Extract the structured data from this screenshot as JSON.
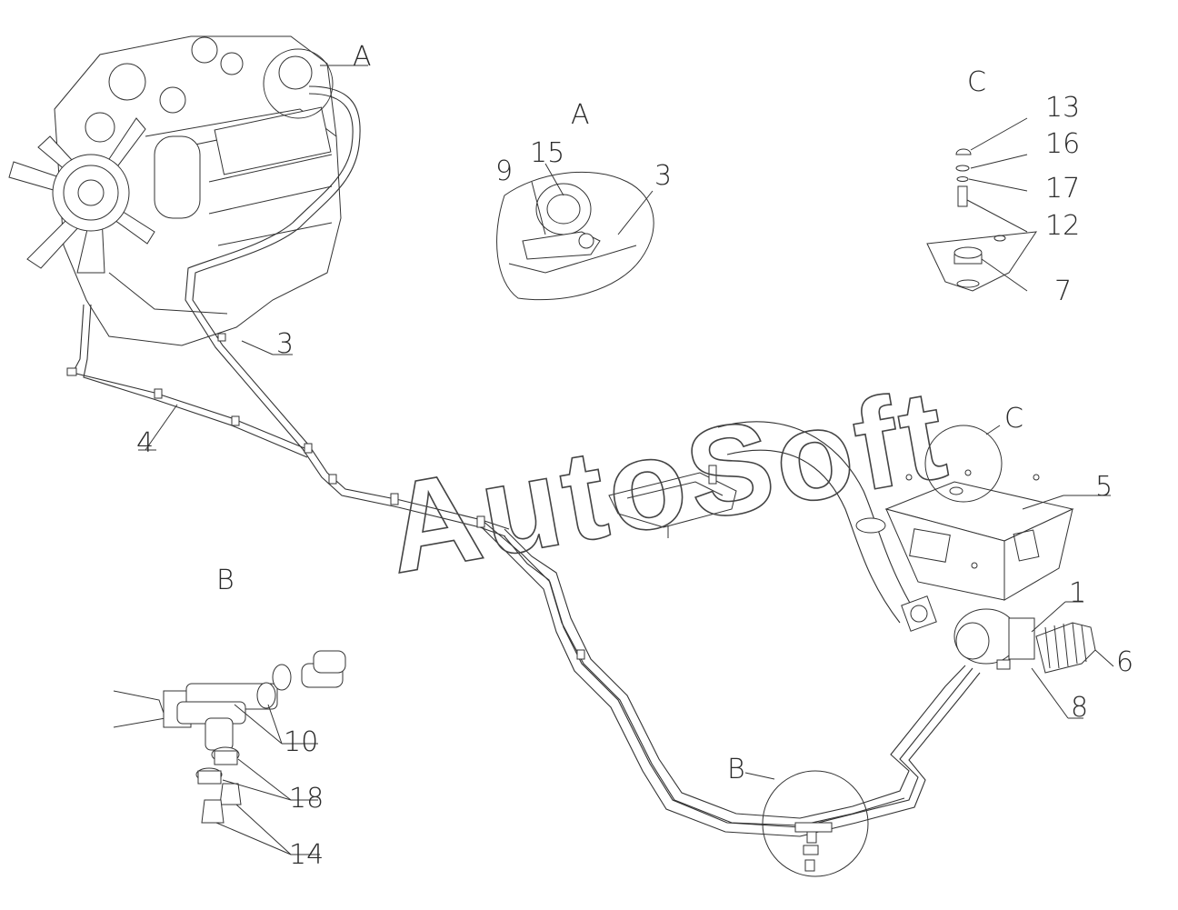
{
  "watermark": "AutoSoft",
  "view_titles": {
    "a": "A",
    "b": "B",
    "c": "C",
    "callout_a": "A",
    "callout_b": "B",
    "callout_c": "C"
  },
  "callouts": {
    "p1": "1",
    "p3_main": "3",
    "p3_detail": "3",
    "p4": "4",
    "p5": "5",
    "p6": "6",
    "p7": "7",
    "p8": "8",
    "p9": "9",
    "p10": "10",
    "p12": "12",
    "p13": "13",
    "p14": "14",
    "p15": "15",
    "p16": "16",
    "p17": "17",
    "p18": "18"
  }
}
